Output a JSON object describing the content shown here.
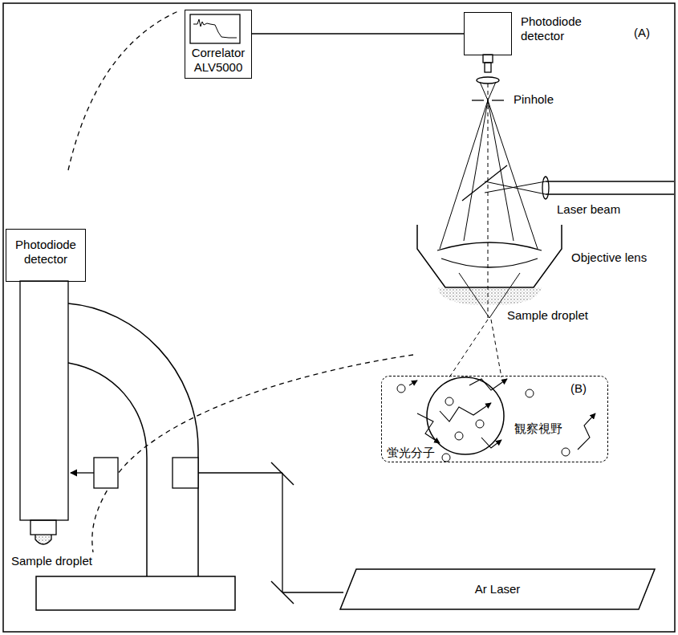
{
  "diagram": {
    "nodes": [
      {
        "text": [
          "Correlator",
          "ALV5000"
        ]
      },
      {
        "text": [
          "Photodiode detector"
        ]
      },
      {
        "text": [
          "Photodiode detector"
        ]
      },
      {
        "text": [
          "(B)",
          "観察視野",
          "蛍光分子"
        ]
      },
      {
        "text": [
          "Ar Laser"
        ]
      }
    ],
    "edges": [
      {
        "from": 0,
        "to": 1,
        "arrow": "none"
      }
    ],
    "labels": [
      "(A)",
      "Pinhole",
      "Laser beam",
      "Objective lens",
      "Sample droplet",
      "Sample droplet"
    ]
  }
}
